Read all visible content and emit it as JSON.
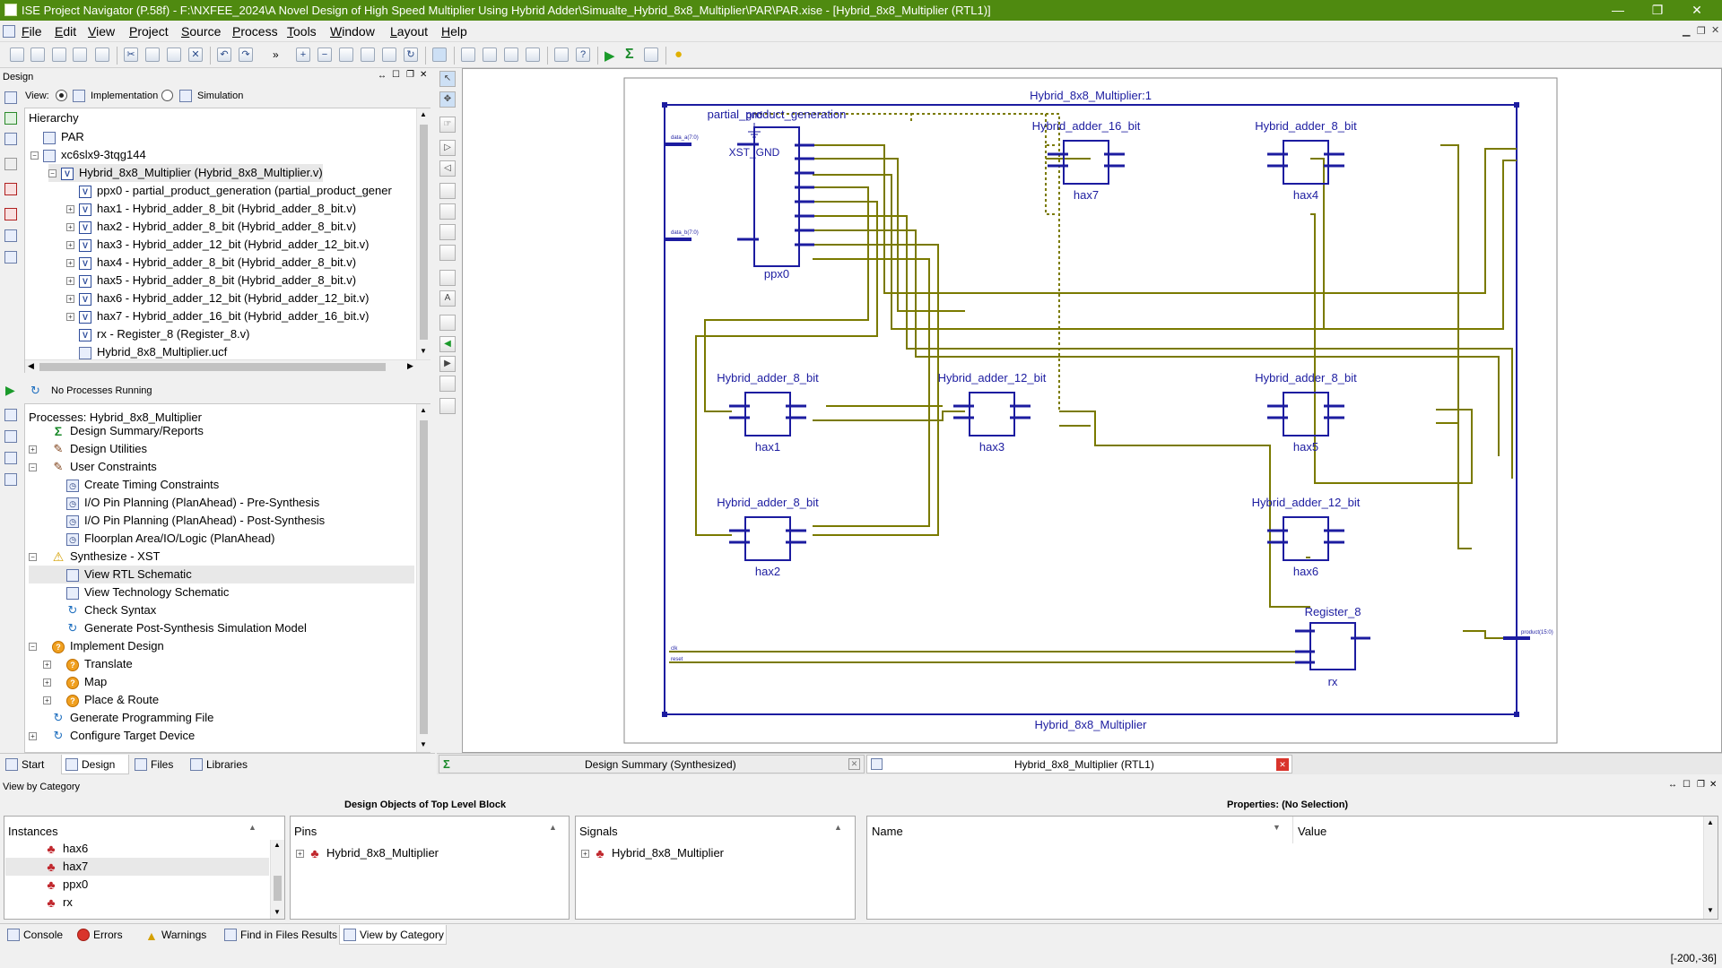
{
  "window": {
    "title": "ISE Project Navigator (P.58f) - F:\\NXFEE_2024\\A Novel Design of High Speed Multiplier Using Hybrid Adder\\Simualte_Hybrid_8x8_Multiplier\\PAR\\PAR.xise - [Hybrid_8x8_Multiplier (RTL1)]",
    "title_color": "#4f8a10",
    "controls": [
      "—",
      "❐",
      "✕"
    ]
  },
  "menu": [
    "File",
    "Edit",
    "View",
    "Project",
    "Source",
    "Process",
    "Tools",
    "Window",
    "Layout",
    "Help"
  ],
  "design_panel": {
    "title": "Design",
    "view_label": "View:",
    "view_options": [
      "Implementation",
      "Simulation"
    ],
    "view_selected": "Implementation",
    "hierarchy_label": "Hierarchy",
    "items": [
      {
        "label": "PAR",
        "icon": "project-icon",
        "level": 0,
        "expander": ""
      },
      {
        "label": "xc6slx9-3tqg144",
        "icon": "chip-icon",
        "level": 0,
        "expander": "−"
      },
      {
        "label": "Hybrid_8x8_Multiplier (Hybrid_8x8_Multiplier.v)",
        "icon": "verilog-top-icon",
        "level": 1,
        "expander": "−"
      },
      {
        "label": "ppx0 - partial_product_generation (partial_product_gener",
        "icon": "verilog-icon",
        "level": 2,
        "expander": ""
      },
      {
        "label": "hax1 - Hybrid_adder_8_bit (Hybrid_adder_8_bit.v)",
        "icon": "verilog-icon",
        "level": 2,
        "expander": "+"
      },
      {
        "label": "hax2 - Hybrid_adder_8_bit (Hybrid_adder_8_bit.v)",
        "icon": "verilog-icon",
        "level": 2,
        "expander": "+"
      },
      {
        "label": "hax3 - Hybrid_adder_12_bit (Hybrid_adder_12_bit.v)",
        "icon": "verilog-icon",
        "level": 2,
        "expander": "+"
      },
      {
        "label": "hax4 - Hybrid_adder_8_bit (Hybrid_adder_8_bit.v)",
        "icon": "verilog-icon",
        "level": 2,
        "expander": "+"
      },
      {
        "label": "hax5 - Hybrid_adder_8_bit (Hybrid_adder_8_bit.v)",
        "icon": "verilog-icon",
        "level": 2,
        "expander": "+"
      },
      {
        "label": "hax6 - Hybrid_adder_12_bit (Hybrid_adder_12_bit.v)",
        "icon": "verilog-icon",
        "level": 2,
        "expander": "+"
      },
      {
        "label": "hax7 - Hybrid_adder_16_bit (Hybrid_adder_16_bit.v)",
        "icon": "verilog-icon",
        "level": 2,
        "expander": "+"
      },
      {
        "label": "rx - Register_8 (Register_8.v)",
        "icon": "verilog-icon",
        "level": 2,
        "expander": ""
      },
      {
        "label": "Hybrid_8x8_Multiplier.ucf",
        "icon": "ucf-icon",
        "level": 2,
        "expander": ""
      }
    ]
  },
  "process_panel": {
    "status": "No Processes Running",
    "title": "Processes: Hybrid_8x8_Multiplier",
    "items": [
      {
        "label": "Design Summary/Reports",
        "icon": "sigma",
        "level": 1,
        "expander": ""
      },
      {
        "label": "Design Utilities",
        "icon": "tool",
        "level": 1,
        "expander": "+"
      },
      {
        "label": "User Constraints",
        "icon": "tool",
        "level": 1,
        "expander": "−"
      },
      {
        "label": "Create Timing Constraints",
        "icon": "clock",
        "level": 2,
        "expander": ""
      },
      {
        "label": "I/O Pin Planning (PlanAhead) - Pre-Synthesis",
        "icon": "clock",
        "level": 2,
        "expander": ""
      },
      {
        "label": "I/O Pin Planning (PlanAhead) - Post-Synthesis",
        "icon": "clock",
        "level": 2,
        "expander": ""
      },
      {
        "label": "Floorplan Area/IO/Logic (PlanAhead)",
        "icon": "clock",
        "level": 2,
        "expander": ""
      },
      {
        "label": "Synthesize - XST",
        "icon": "warn",
        "level": 1,
        "expander": "−"
      },
      {
        "label": "View RTL Schematic",
        "icon": "sch",
        "level": 2,
        "expander": "",
        "selected": true
      },
      {
        "label": "View Technology Schematic",
        "icon": "sch",
        "level": 2,
        "expander": ""
      },
      {
        "label": "Check Syntax",
        "icon": "run",
        "level": 2,
        "expander": ""
      },
      {
        "label": "Generate Post-Synthesis Simulation Model",
        "icon": "run",
        "level": 2,
        "expander": ""
      },
      {
        "label": "Implement Design",
        "icon": "q",
        "level": 1,
        "expander": "−"
      },
      {
        "label": "Translate",
        "icon": "q",
        "level": 2,
        "expander": "+"
      },
      {
        "label": "Map",
        "icon": "q",
        "level": 2,
        "expander": "+"
      },
      {
        "label": "Place & Route",
        "icon": "q",
        "level": 2,
        "expander": "+"
      },
      {
        "label": "Generate Programming File",
        "icon": "run",
        "level": 1,
        "expander": ""
      },
      {
        "label": "Configure Target Device",
        "icon": "run",
        "level": 1,
        "expander": "+"
      }
    ]
  },
  "left_tabs": [
    "Start",
    "Design",
    "Files",
    "Libraries"
  ],
  "left_tab_selected": "Design",
  "schematic": {
    "outer_title": "Hybrid_8x8_Multiplier:1",
    "inner_bottom": "Hybrid_8x8_Multiplier",
    "blocks": [
      {
        "type": "partial_product_generation",
        "inst": "ppx0"
      },
      {
        "type": "gnd",
        "inst": "XST_GND"
      },
      {
        "type": "Hybrid_adder_16_bit",
        "inst": "hax7"
      },
      {
        "type": "Hybrid_adder_8_bit",
        "inst": "hax4"
      },
      {
        "type": "Hybrid_adder_8_bit",
        "inst": "hax1"
      },
      {
        "type": "Hybrid_adder_12_bit",
        "inst": "hax3"
      },
      {
        "type": "Hybrid_adder_8_bit",
        "inst": "hax5"
      },
      {
        "type": "Hybrid_adder_8_bit",
        "inst": "hax2"
      },
      {
        "type": "Hybrid_adder_12_bit",
        "inst": "hax6"
      },
      {
        "type": "Register_8",
        "inst": "rx"
      }
    ],
    "ports": {
      "data_a": "data_a(7:0)",
      "data_b": "data_b(7:0)",
      "clk": "clk",
      "reset": "reset",
      "out": "product(15:0)"
    },
    "wire_color": "#7a7a00",
    "block_color": "#1c1ca0"
  },
  "doc_tabs": [
    {
      "label": "Design Summary (Synthesized)",
      "active": false
    },
    {
      "label": "Hybrid_8x8_Multiplier (RTL1)",
      "active": true
    }
  ],
  "bottom": {
    "view_by": "View by Category",
    "design_objects_title": "Design Objects of Top Level Block",
    "properties_title": "Properties: (No Selection)",
    "instances_header": "Instances",
    "instances": [
      "hax6",
      "hax7",
      "ppx0",
      "rx"
    ],
    "instances_selected": "hax7",
    "pins_header": "Pins",
    "pins": [
      "Hybrid_8x8_Multiplier"
    ],
    "signals_header": "Signals",
    "signals": [
      "Hybrid_8x8_Multiplier"
    ],
    "props_name": "Name",
    "props_value": "Value"
  },
  "console_tabs": [
    "Console",
    "Errors",
    "Warnings",
    "Find in Files Results",
    "View by Category"
  ],
  "console_tab_selected": "View by Category",
  "status_coords": "[-200,-36]"
}
